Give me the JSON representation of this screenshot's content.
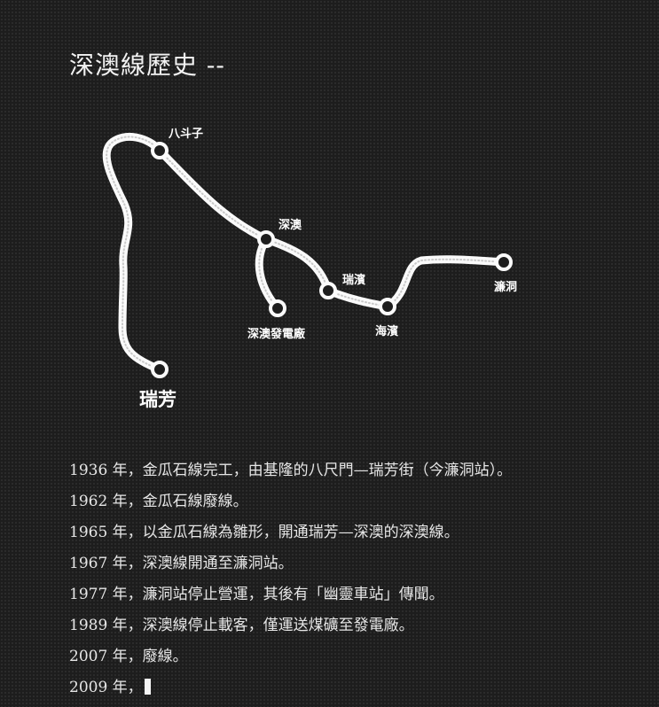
{
  "title": "深澳線歷史 --",
  "map": {
    "stations": {
      "bachizi": "八斗子",
      "shenao": "深澳",
      "ruibin": "瑞濱",
      "haibin": "海濱",
      "liandong": "濂洞",
      "power_plant": "深澳發電廠",
      "ruifang": "瑞芳"
    }
  },
  "history": [
    "1936 年，金瓜石線完工，由基隆的八尺門—瑞芳街（今濂洞站）。",
    "1962 年，金瓜石線廢線。",
    "1965 年，以金瓜石線為雛形，開通瑞芳—深澳的深澳線。",
    "1967 年，深澳線開通至濂洞站。",
    "1977 年，濂洞站停止營運，其後有「幽靈車站」傳聞。",
    "1989 年，深澳線停止載客，僅運送煤礦至發電廠。",
    "2007 年，廢線。",
    "2009 年，"
  ]
}
